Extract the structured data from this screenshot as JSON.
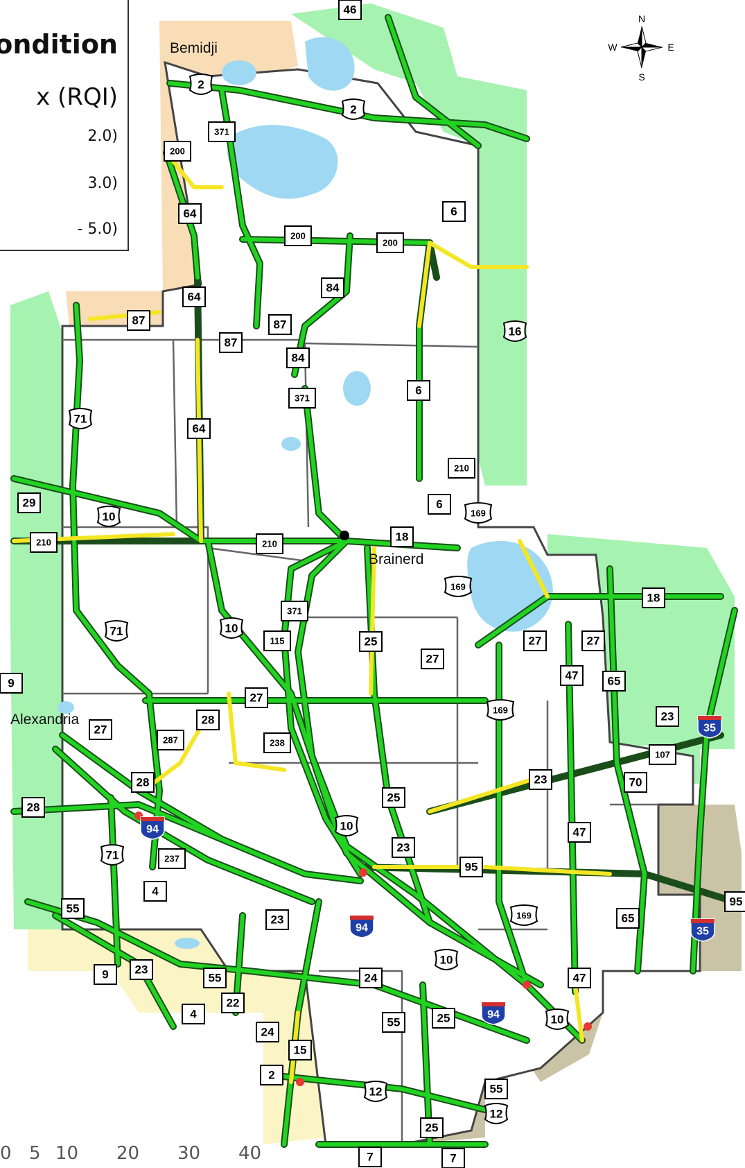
{
  "legend": {
    "title": "ondition",
    "subtitle": "x (RQI)",
    "items": [
      {
        "label": " 2.0)",
        "color": "#e53935"
      },
      {
        "label": "3.0)",
        "color": "#f5e625"
      },
      {
        "label": "- 5.0)",
        "color": "#22d322"
      }
    ]
  },
  "compass": {
    "n": "N",
    "s": "S",
    "e": "E",
    "w": "W"
  },
  "cities": [
    {
      "id": "bemidji",
      "label": "Bemidji"
    },
    {
      "id": "brainerd",
      "label": "Brainerd"
    },
    {
      "id": "alexandria",
      "label": "Alexandria"
    }
  ],
  "scale_labels": [
    "0",
    "5",
    "10",
    "20",
    "30",
    "40"
  ],
  "colors": {
    "good": "#22d322",
    "fair": "#f5e625",
    "poor": "#e53935",
    "water": "#9fd8f2",
    "neighbor_green": "#a6f2b0",
    "neighbor_tan": "#f8ddb6",
    "neighbor_yellow": "#fbf4c4",
    "neighbor_gray": "#cbc3a6",
    "district": "#ffffff"
  },
  "route_labels": [
    {
      "id": "r46",
      "label": "46",
      "kind": "state"
    },
    {
      "id": "r2a",
      "label": "2",
      "kind": "us"
    },
    {
      "id": "r2b",
      "label": "2",
      "kind": "us"
    },
    {
      "id": "r371a",
      "label": "371",
      "kind": "state"
    },
    {
      "id": "r200a",
      "label": "200",
      "kind": "state"
    },
    {
      "id": "r64a",
      "label": "64",
      "kind": "state"
    },
    {
      "id": "r6a",
      "label": "6",
      "kind": "state"
    },
    {
      "id": "r200b",
      "label": "200",
      "kind": "state"
    },
    {
      "id": "r200c",
      "label": "200",
      "kind": "state"
    },
    {
      "id": "r84a",
      "label": "84",
      "kind": "state"
    },
    {
      "id": "r64b",
      "label": "64",
      "kind": "state"
    },
    {
      "id": "r87a",
      "label": "87",
      "kind": "state"
    },
    {
      "id": "r87b",
      "label": "87",
      "kind": "state"
    },
    {
      "id": "r87c",
      "label": "87",
      "kind": "state"
    },
    {
      "id": "r16",
      "label": "16",
      "kind": "us"
    },
    {
      "id": "r84b",
      "label": "84",
      "kind": "state"
    },
    {
      "id": "r371b",
      "label": "371",
      "kind": "state"
    },
    {
      "id": "r6b",
      "label": "6",
      "kind": "state"
    },
    {
      "id": "r71a",
      "label": "71",
      "kind": "us"
    },
    {
      "id": "r64c",
      "label": "64",
      "kind": "state"
    },
    {
      "id": "r210a",
      "label": "210",
      "kind": "state"
    },
    {
      "id": "r6c",
      "label": "6",
      "kind": "state"
    },
    {
      "id": "r169a",
      "label": "169",
      "kind": "us"
    },
    {
      "id": "r29",
      "label": "29",
      "kind": "state"
    },
    {
      "id": "r10a",
      "label": "10",
      "kind": "us"
    },
    {
      "id": "r210b",
      "label": "210",
      "kind": "state"
    },
    {
      "id": "r210c",
      "label": "210",
      "kind": "state"
    },
    {
      "id": "r18a",
      "label": "18",
      "kind": "state"
    },
    {
      "id": "r169b",
      "label": "169",
      "kind": "us"
    },
    {
      "id": "r18b",
      "label": "18",
      "kind": "state"
    },
    {
      "id": "r371c",
      "label": "371",
      "kind": "state"
    },
    {
      "id": "r71b",
      "label": "71",
      "kind": "us"
    },
    {
      "id": "r10b",
      "label": "10",
      "kind": "us"
    },
    {
      "id": "r115",
      "label": "115",
      "kind": "state"
    },
    {
      "id": "r25a",
      "label": "25",
      "kind": "state"
    },
    {
      "id": "r27a",
      "label": "27",
      "kind": "state"
    },
    {
      "id": "r27b",
      "label": "27",
      "kind": "state"
    },
    {
      "id": "r27c",
      "label": "27",
      "kind": "state"
    },
    {
      "id": "r47a",
      "label": "47",
      "kind": "state"
    },
    {
      "id": "r65a",
      "label": "65",
      "kind": "state"
    },
    {
      "id": "r9a",
      "label": "9",
      "kind": "state"
    },
    {
      "id": "r27d",
      "label": "27",
      "kind": "state"
    },
    {
      "id": "r169c",
      "label": "169",
      "kind": "us"
    },
    {
      "id": "r23a",
      "label": "23",
      "kind": "state"
    },
    {
      "id": "r35a",
      "label": "35",
      "kind": "interstate"
    },
    {
      "id": "r27e",
      "label": "27",
      "kind": "state"
    },
    {
      "id": "r28a",
      "label": "28",
      "kind": "state"
    },
    {
      "id": "r287",
      "label": "287",
      "kind": "state"
    },
    {
      "id": "r238",
      "label": "238",
      "kind": "state"
    },
    {
      "id": "r107",
      "label": "107",
      "kind": "state"
    },
    {
      "id": "r28b",
      "label": "28",
      "kind": "state"
    },
    {
      "id": "r23b",
      "label": "23",
      "kind": "state"
    },
    {
      "id": "r70",
      "label": "70",
      "kind": "state"
    },
    {
      "id": "r25b",
      "label": "25",
      "kind": "state"
    },
    {
      "id": "r28c",
      "label": "28",
      "kind": "state"
    },
    {
      "id": "r94a",
      "label": "94",
      "kind": "interstate"
    },
    {
      "id": "r10c",
      "label": "10",
      "kind": "us"
    },
    {
      "id": "r47b",
      "label": "47",
      "kind": "state"
    },
    {
      "id": "r71c",
      "label": "71",
      "kind": "us"
    },
    {
      "id": "r237",
      "label": "237",
      "kind": "state"
    },
    {
      "id": "r23c",
      "label": "23",
      "kind": "state"
    },
    {
      "id": "r95a",
      "label": "95",
      "kind": "state"
    },
    {
      "id": "r4a",
      "label": "4",
      "kind": "state"
    },
    {
      "id": "r55a",
      "label": "55",
      "kind": "state"
    },
    {
      "id": "r23d",
      "label": "23",
      "kind": "state"
    },
    {
      "id": "r94b",
      "label": "94",
      "kind": "interstate"
    },
    {
      "id": "r169d",
      "label": "169",
      "kind": "us"
    },
    {
      "id": "r65b",
      "label": "65",
      "kind": "state"
    },
    {
      "id": "r95b",
      "label": "95",
      "kind": "state"
    },
    {
      "id": "r35b",
      "label": "35",
      "kind": "interstate"
    },
    {
      "id": "r10d",
      "label": "10",
      "kind": "us"
    },
    {
      "id": "r9b",
      "label": "9",
      "kind": "state"
    },
    {
      "id": "r23e",
      "label": "23",
      "kind": "state"
    },
    {
      "id": "r55b",
      "label": "55",
      "kind": "state"
    },
    {
      "id": "r24a",
      "label": "24",
      "kind": "state"
    },
    {
      "id": "r47c",
      "label": "47",
      "kind": "state"
    },
    {
      "id": "r22",
      "label": "22",
      "kind": "state"
    },
    {
      "id": "r4b",
      "label": "4",
      "kind": "state"
    },
    {
      "id": "r94c",
      "label": "94",
      "kind": "interstate"
    },
    {
      "id": "r55c",
      "label": "55",
      "kind": "state"
    },
    {
      "id": "r25c",
      "label": "25",
      "kind": "state"
    },
    {
      "id": "r10e",
      "label": "10",
      "kind": "us"
    },
    {
      "id": "r24b",
      "label": "24",
      "kind": "state"
    },
    {
      "id": "r15",
      "label": "15",
      "kind": "state"
    },
    {
      "id": "r2c",
      "label": "2",
      "kind": "state"
    },
    {
      "id": "r12a",
      "label": "12",
      "kind": "us"
    },
    {
      "id": "r55d",
      "label": "55",
      "kind": "state"
    },
    {
      "id": "r12b",
      "label": "12",
      "kind": "us"
    },
    {
      "id": "r25d",
      "label": "25",
      "kind": "state"
    },
    {
      "id": "r7a",
      "label": "7",
      "kind": "state"
    },
    {
      "id": "r7b",
      "label": "7",
      "kind": "state"
    }
  ]
}
